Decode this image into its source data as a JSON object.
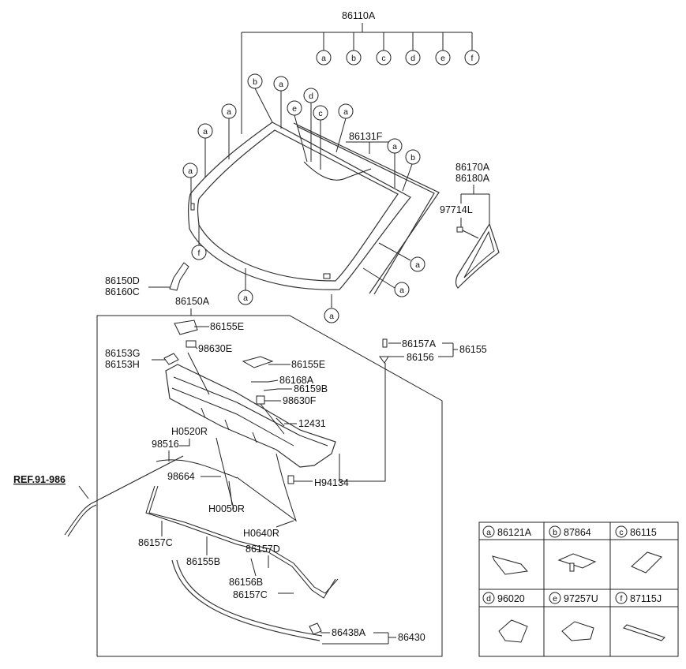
{
  "assembly": {
    "windshield_assembly": "86110A"
  },
  "glass_labels": {
    "top_strip": "86131F",
    "quarter_glass_a": "86170A",
    "quarter_glass_b": "86180A",
    "quarter_clip": "97714L",
    "stay_a": "86150D",
    "stay_b": "86160C"
  },
  "cowl_labels": {
    "cowl_assy": "86150A",
    "cover_upper": "86155E",
    "cover_side": "86155E",
    "cap_g": "86153G",
    "cap_h": "86153H",
    "nozzle_e": "98630E",
    "nozzle_f": "98630F",
    "seal_a": "86168A",
    "seal_b": "86159B",
    "screw": "12431",
    "hose_r": "H0520R",
    "hose_x": "98516",
    "ref": "REF.91-986",
    "joint": "98664",
    "hose_050": "H0050R",
    "hose_064": "H0640R",
    "clip_h": "H94134",
    "weather_c1": "86157C",
    "weather_b": "86155B",
    "weather_d": "86157D",
    "weather_b6": "86156B",
    "weather_c2": "86157C",
    "retainer_a": "86438A",
    "retainer": "86430"
  },
  "fastener_labels": {
    "bolt": "86157A",
    "nut": "86156",
    "group": "86155"
  },
  "circle_letters": [
    "a",
    "b",
    "c",
    "d",
    "e",
    "f"
  ],
  "legend": [
    {
      "letter": "a",
      "part": "86121A"
    },
    {
      "letter": "b",
      "part": "87864"
    },
    {
      "letter": "c",
      "part": "86115"
    },
    {
      "letter": "d",
      "part": "96020"
    },
    {
      "letter": "e",
      "part": "97257U"
    },
    {
      "letter": "f",
      "part": "87115J"
    }
  ]
}
